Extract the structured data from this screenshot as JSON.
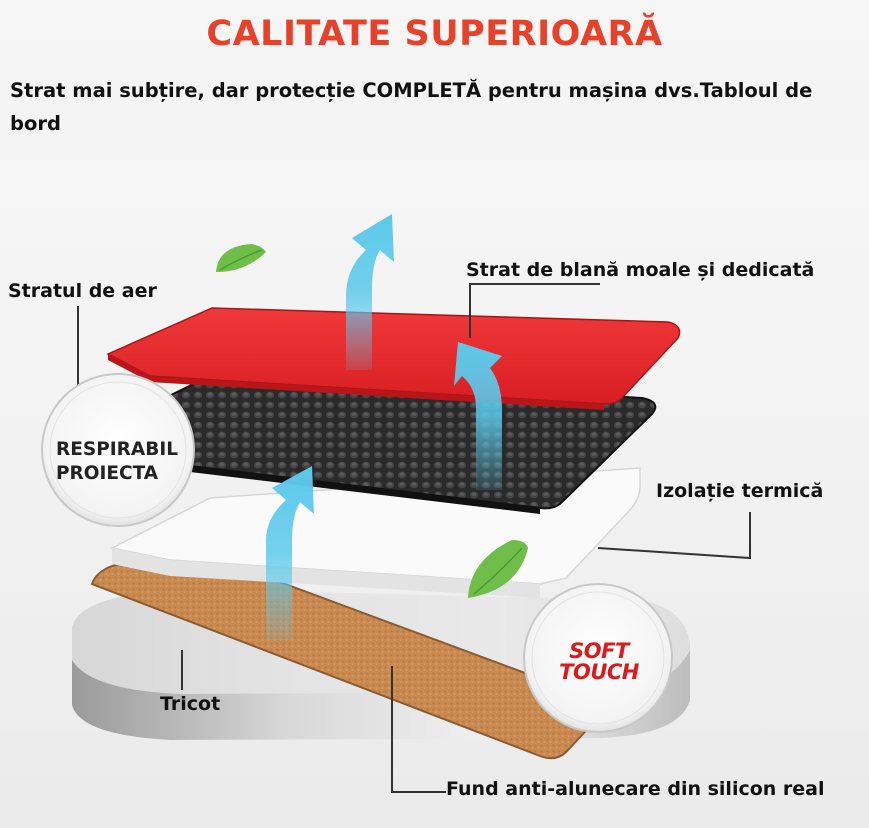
{
  "header": {
    "title": "CALITATE SUPERIOARĂ",
    "subtitle": "Strat mai subțire, dar protecție COMPLETĂ pentru mașina dvs.Tabloul de bord"
  },
  "labels": {
    "air_layer": "Stratul de aer",
    "fur_layer": "Strat de blană moale și dedicată",
    "thermal": "Izolație termică",
    "tricot": "Tricot",
    "silicone": "Fund anti-alunecare din silicon real"
  },
  "badges": {
    "breathable_line1": "RESPIRABIL",
    "breathable_line2": "PROIECTA",
    "soft_line1": "SOFT",
    "soft_line2": "TOUCH"
  },
  "colors": {
    "title": "#e8412a",
    "red_layer": "#e8262a",
    "arrow": "#5cc9ea",
    "cork": "#c9874f",
    "leaf": "#6fbe4a"
  },
  "icons": [
    "leaf-icon",
    "airflow-arrow-icon"
  ]
}
